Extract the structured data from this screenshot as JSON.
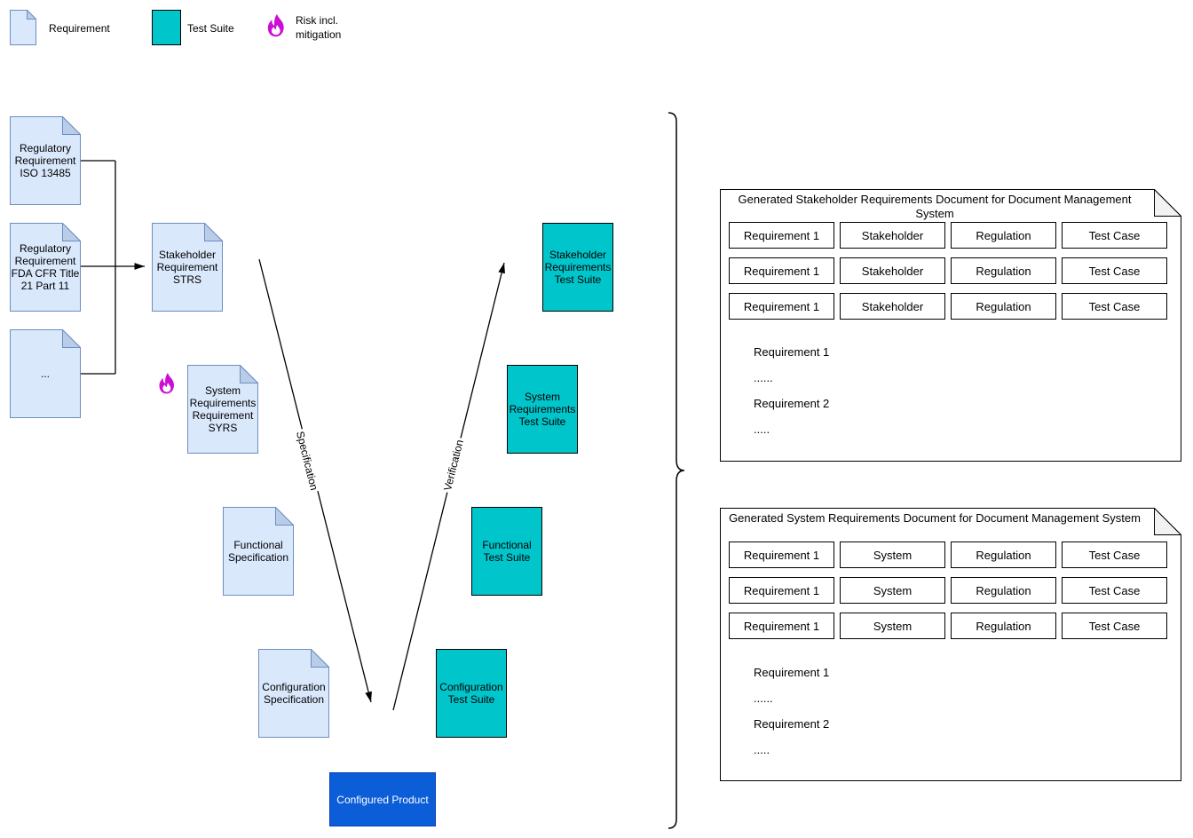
{
  "legend": {
    "requirement": "Requirement",
    "test_suite": "Test Suite",
    "risk": "Risk incl.\nmitigation"
  },
  "nodes": {
    "regulatory_iso": "Regulatory Requirement ISO 13485",
    "regulatory_fda": "Regulatory Requirement FDA CFR Title 21 Part 11",
    "regulatory_other": "...",
    "stakeholder_requirement": "Stakeholder Requirement STRS",
    "system_requirement": "System Requirements Requirement SYRS",
    "functional_specification": "Functional Specification",
    "configuration_specification": "Configuration Specification",
    "stakeholder_test_suite": "Stakeholder Requirements Test Suite",
    "system_test_suite": "System Requirements Test Suite",
    "functional_test_suite": "Functional Test Suite",
    "configuration_test_suite": "Configuration Test Suite",
    "configured_product": "Configured Product"
  },
  "edges": {
    "specification": "Specification",
    "verification": "Verification"
  },
  "panels": [
    {
      "title": "Generated Stakeholder Requirements Document for Document Management System",
      "rows": [
        [
          "Requirement 1",
          "Stakeholder",
          "Regulation",
          "Test Case"
        ],
        [
          "Requirement 1",
          "Stakeholder",
          "Regulation",
          "Test Case"
        ],
        [
          "Requirement 1",
          "Stakeholder",
          "Regulation",
          "Test Case"
        ]
      ],
      "body_lines": [
        "Requirement 1",
        "......",
        "Requirement 2",
        "....."
      ]
    },
    {
      "title": "Generated System Requirements Document for Document Management System",
      "rows": [
        [
          "Requirement 1",
          "System",
          "Regulation",
          "Test Case"
        ],
        [
          "Requirement 1",
          "System",
          "Regulation",
          "Test Case"
        ],
        [
          "Requirement 1",
          "System",
          "Regulation",
          "Test Case"
        ]
      ],
      "body_lines": [
        "Requirement 1",
        "......",
        "Requirement 2",
        "....."
      ]
    }
  ],
  "colors": {
    "requirement_fill": "#dae8fc",
    "requirement_stroke": "#6c8ebf",
    "requirement_fold": "#b9cde8",
    "test_suite_fill": "#00c5cb",
    "product_fill": "#0b5dd8",
    "risk_flame": "#cc0dd6",
    "panel_fold": "#f2f2f2"
  }
}
